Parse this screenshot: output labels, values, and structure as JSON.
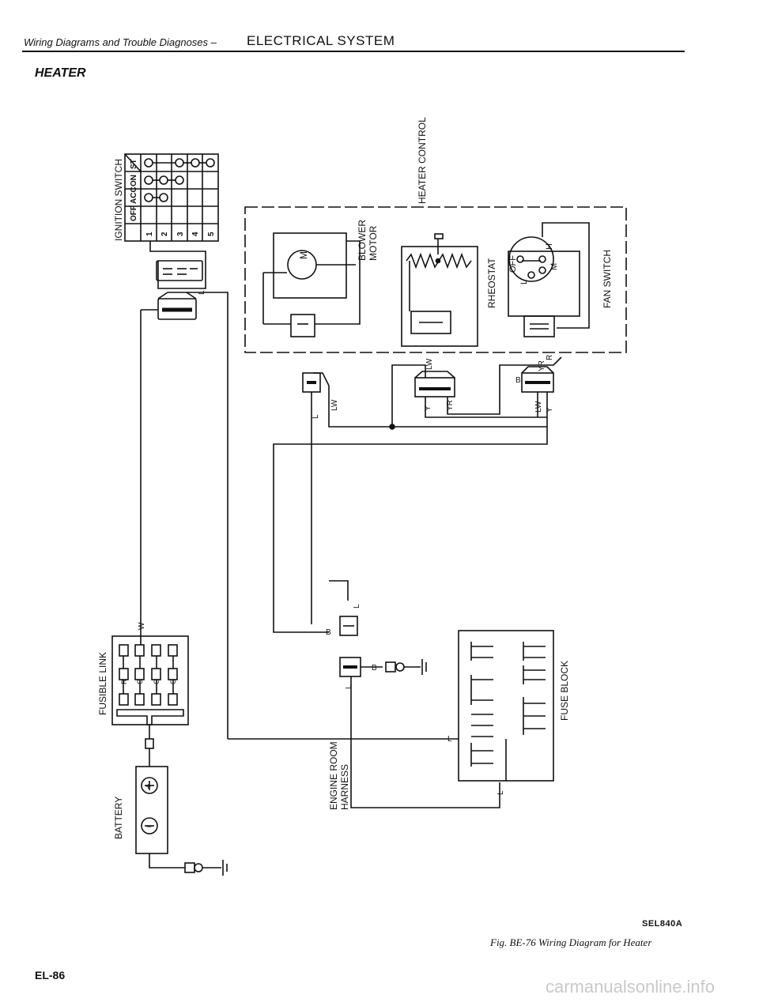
{
  "header": {
    "title_italic": "Wiring Diagrams and Trouble Diagnoses –",
    "title_caps": "ELECTRICAL SYSTEM"
  },
  "section_title": "HEATER",
  "diagram": {
    "components": {
      "ignition_switch": "IGNITION SWITCH",
      "heater_control": "HEATER CONTROL",
      "blower_motor_1": "BLOWER",
      "blower_motor_2": "MOTOR",
      "rheostat": "RHEOSTAT",
      "fan_switch": "FAN SWITCH",
      "fusible_link": "FUSIBLE LINK",
      "battery": "BATTERY",
      "engine_room_harness_1": "ENGINE ROOM",
      "engine_room_harness_2": "HARNESS",
      "fuse_block": "FUSE BLOCK"
    },
    "ignition_table": {
      "positions": [
        "OFF",
        "ACC",
        "ON",
        "ST"
      ],
      "terminals": [
        "1",
        "2",
        "3",
        "4",
        "5"
      ]
    },
    "fan_switch_marks": {
      "off": "OFF",
      "h": "H",
      "m": "M",
      "l": "L"
    },
    "motor_symbol": "M",
    "battery_plus": "+",
    "battery_minus": "−",
    "wire_labels": {
      "w": "W",
      "l": "L",
      "lw": "LW",
      "b": "B",
      "y": "Y",
      "yr": "YR",
      "r": "R",
      "g": "G"
    }
  },
  "figure_code": "SEL840A",
  "caption": "Fig. BE-76  Wiring Diagram for Heater",
  "page_number": "EL-86",
  "watermark": "carmanualsonline.info"
}
